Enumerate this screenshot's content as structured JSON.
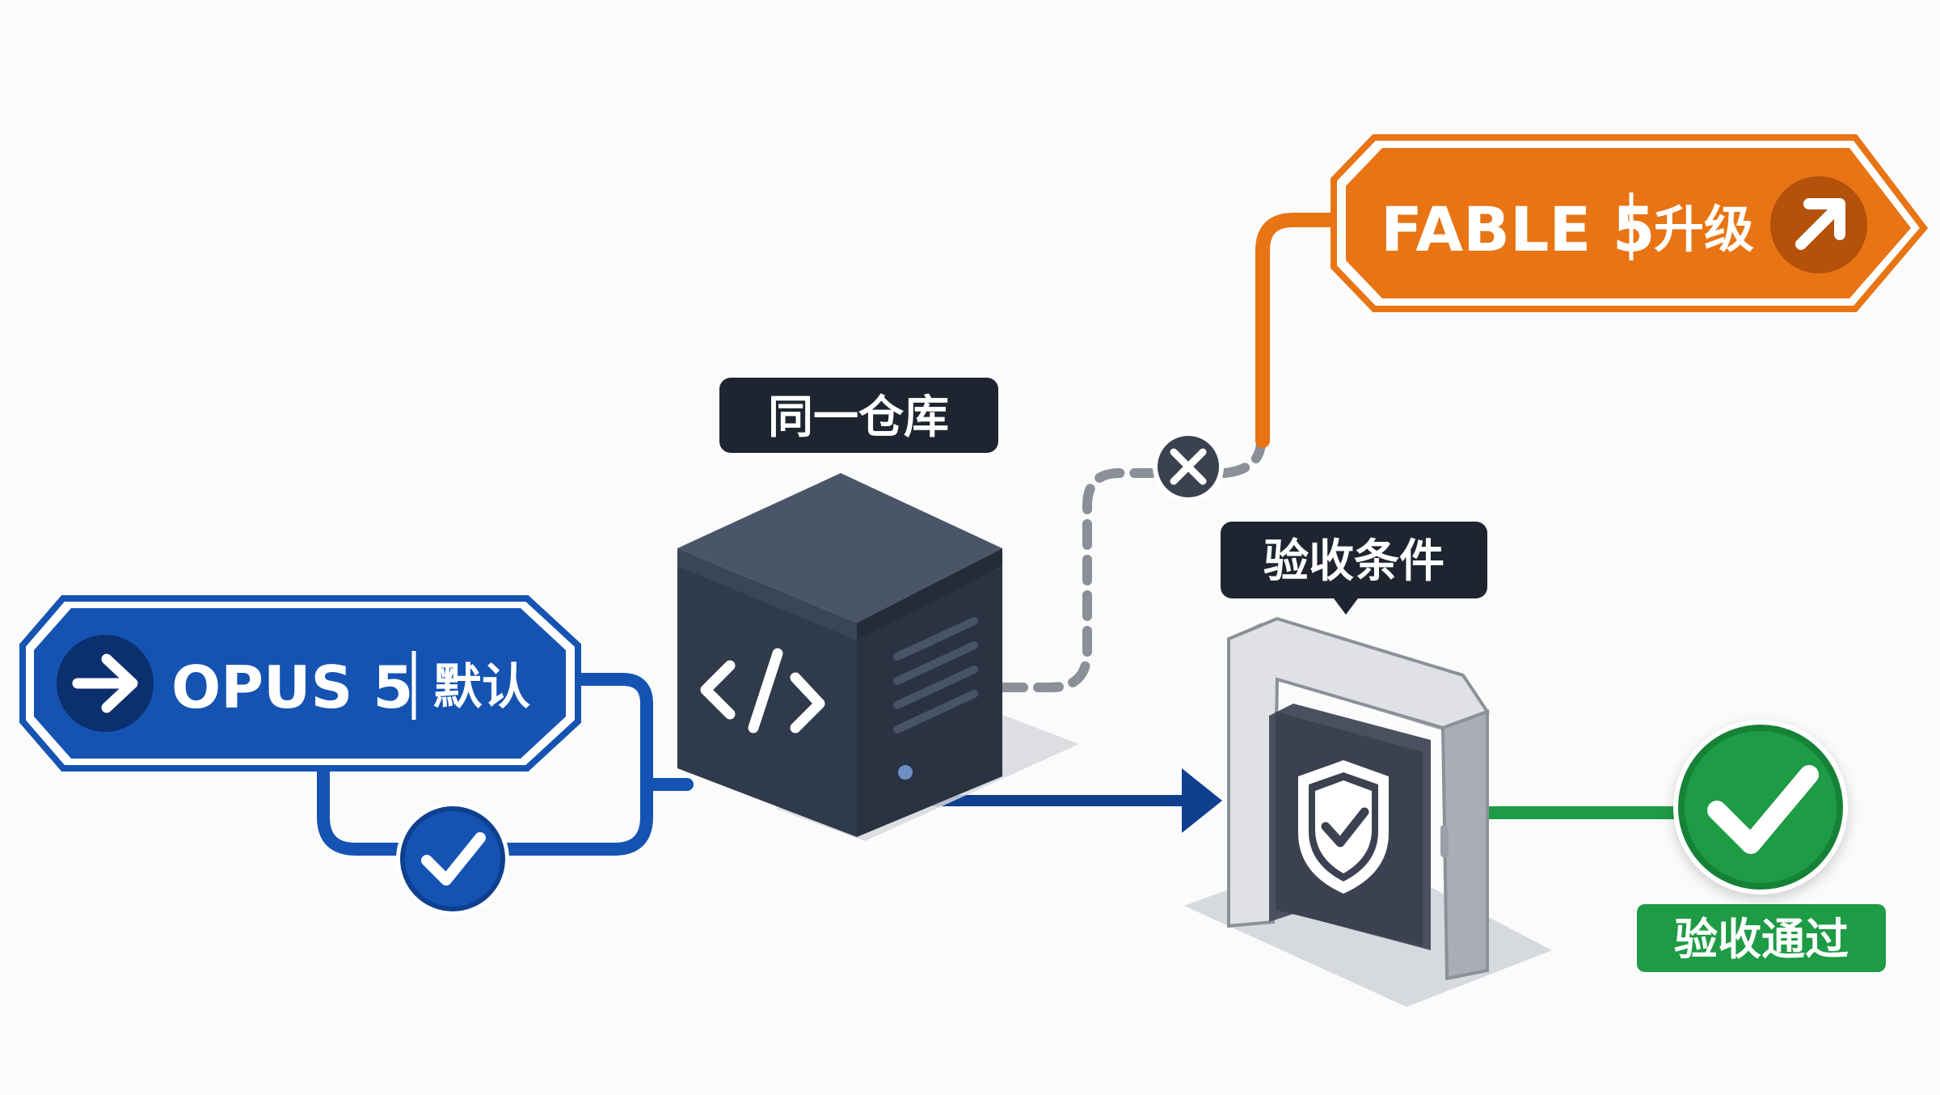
{
  "colors": {
    "background": "#fbfbfb",
    "opus_blue": "#1553b3",
    "opus_blue_dark": "#0f3f8f",
    "fable_orange": "#e87414",
    "fable_orange_dark": "#b4510a",
    "repo_navy": "#2d3748",
    "label_dark": "#1e2530",
    "success_green": "#1e9b45",
    "dashed_gray": "#8a8f98",
    "gate_silver": "#c9ccd2"
  },
  "opus": {
    "name": "OPUS 5",
    "tag": "默认",
    "icon": "arrow-right-icon",
    "status_icon": "check-circle-icon"
  },
  "fable": {
    "name": "FABLE 5",
    "tag": "升级",
    "icon": "arrow-up-right-icon",
    "status_icon": "x-circle-icon"
  },
  "repository": {
    "label": "同一仓库",
    "icon": "code-brackets-icon"
  },
  "gate": {
    "label": "验收条件",
    "icon": "shield-check-icon"
  },
  "result": {
    "label": "验收通过",
    "icon": "big-check-icon"
  }
}
